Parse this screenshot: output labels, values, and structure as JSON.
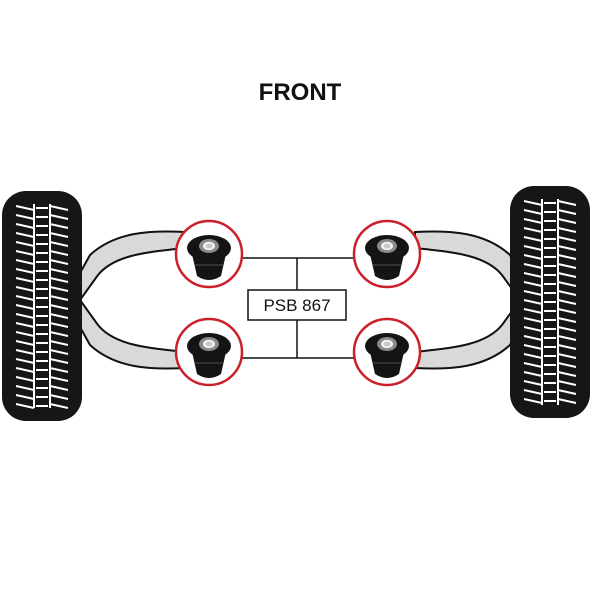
{
  "diagram": {
    "title": "FRONT",
    "part_number": "PSB 867",
    "colors": {
      "highlight": "#cc1f2a",
      "arm": "#d9d9d9",
      "tyre": "#161616",
      "bush": "#141414"
    },
    "bushes": [
      {
        "name": "front-left-bush"
      },
      {
        "name": "front-right-bush"
      },
      {
        "name": "rear-left-bush"
      },
      {
        "name": "rear-right-bush"
      }
    ]
  }
}
